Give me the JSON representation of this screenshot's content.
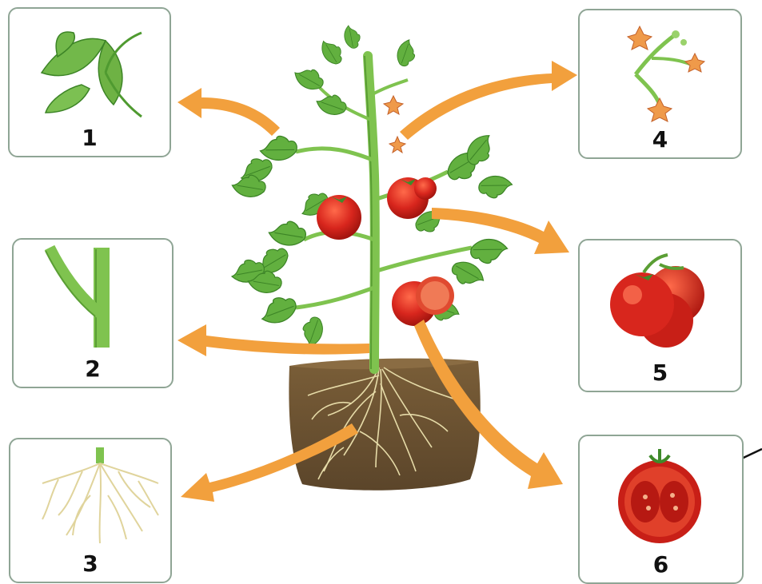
{
  "colors": {
    "arrow": "#f2a03d",
    "leaf": "#5fae3c",
    "leaf_dark": "#3f8a2a",
    "stem": "#7fc34f",
    "tomato": "#d8261d",
    "soil": "#6f5533",
    "root": "#e6dba8",
    "panel_border": "#8fa595"
  },
  "panels": [
    {
      "label": "1",
      "icon": "leaf-icon"
    },
    {
      "label": "2",
      "icon": "stem-icon"
    },
    {
      "label": "3",
      "icon": "roots-icon"
    },
    {
      "label": "4",
      "icon": "flowers-icon"
    },
    {
      "label": "5",
      "icon": "tomatoes-icon"
    },
    {
      "label": "6",
      "icon": "tomato-cross-section-icon"
    }
  ]
}
